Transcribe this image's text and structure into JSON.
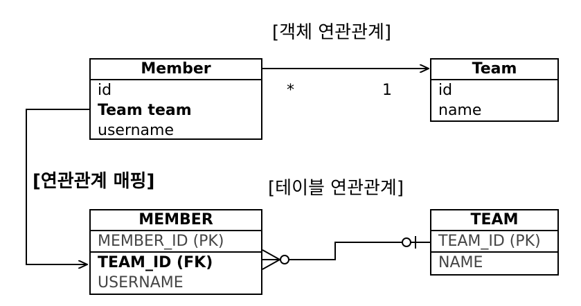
{
  "captions": {
    "object_relation": "[객체 연관관계]",
    "mapping": "[연관관계 매핑]",
    "table_relation": "[테이블 연관관계]"
  },
  "member_entity": {
    "title": "Member",
    "fields": [
      "id",
      "Team team",
      "username"
    ]
  },
  "team_entity": {
    "title": "Team",
    "fields": [
      "id",
      "name"
    ]
  },
  "member_table": {
    "title": "MEMBER",
    "columns": [
      "MEMBER_ID (PK)",
      "TEAM_ID (FK)",
      "USERNAME"
    ]
  },
  "team_table": {
    "title": "TEAM",
    "columns": [
      "TEAM_ID (PK)",
      "NAME"
    ]
  },
  "association": {
    "member_multiplicity": "*",
    "team_multiplicity": "1"
  }
}
